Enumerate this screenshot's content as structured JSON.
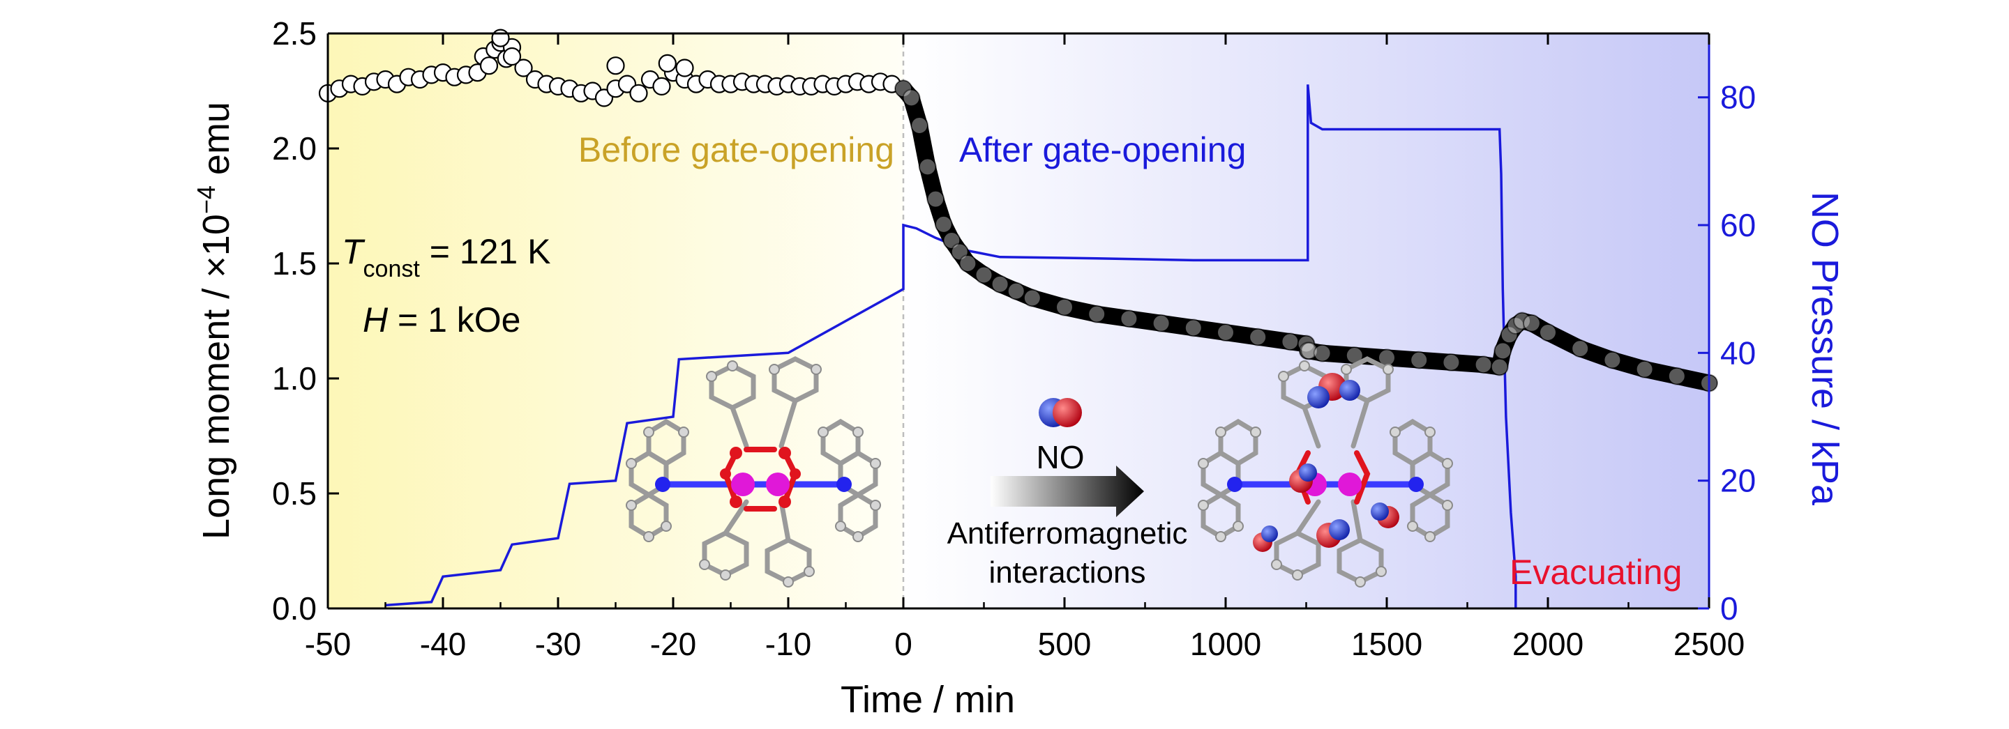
{
  "chart_data": {
    "type": "scatter",
    "xlabel": "Time / min",
    "ylabel_left": {
      "prefix": "Long moment / ",
      "mult": "×10",
      "exp": "−4",
      "suffix": " emu"
    },
    "ylabel_right": "NO Pressure / kPa",
    "x_range": [
      -50,
      2500
    ],
    "y_left_range": [
      0,
      2.5
    ],
    "y_right_range": [
      0,
      90
    ],
    "x_ticks_neg": [
      -50,
      -40,
      -30,
      -20,
      -10,
      0
    ],
    "x_ticks_pos": [
      0,
      500,
      1000,
      1500,
      2000,
      2500
    ],
    "x_tick_labels": [
      "-50",
      "-40",
      "-30",
      "-20",
      "-10",
      "0",
      "500",
      "1000",
      "1500",
      "2000",
      "2500"
    ],
    "y_left_ticks": [
      "0.0",
      "0.5",
      "1.0",
      "1.5",
      "2.0",
      "2.5"
    ],
    "y_right_ticks": [
      "0",
      "20",
      "40",
      "60",
      "80"
    ],
    "axis_break_at_x": 0,
    "annotations": {
      "before": "Before gate-opening",
      "after": "After gate-opening",
      "evacuating": "Evacuating",
      "no_label": "NO",
      "interaction_line1": "Antiferromagnetic",
      "interaction_line2": "interactions",
      "tconst_T": "T",
      "tconst_sub": "const",
      "tconst_val": " = 121 K",
      "field_H": "H",
      "field_val": " = 1 kOe"
    },
    "colors": {
      "pressure": "#1a1adb",
      "moment_before": "#ffffff",
      "moment_after": "#000000",
      "before_text": "#c9a227",
      "after_text": "#1a1adb",
      "evacuating_text": "#e8112d",
      "bg_left": "#fdf7b8",
      "bg_right": "#c6c8f7"
    },
    "series": [
      {
        "name": "Long moment",
        "axis": "left",
        "before_gate": {
          "x": [
            -50,
            -49,
            -48,
            -47,
            -46,
            -45,
            -44,
            -43,
            -42,
            -41,
            -40,
            -39,
            -38,
            -37,
            -36.5,
            -36,
            -35.5,
            -35,
            -34.5,
            -34,
            -33,
            -32,
            -31,
            -30,
            -29,
            -28,
            -27,
            -26,
            -25,
            -24,
            -23,
            -22,
            -21,
            -20,
            -19,
            -18,
            -17,
            -16,
            -15,
            -14,
            -13,
            -12,
            -11,
            -10,
            -9,
            -8,
            -7,
            -6,
            -5,
            -4,
            -3,
            -2,
            -1
          ],
          "y": [
            2.24,
            2.26,
            2.28,
            2.27,
            2.29,
            2.3,
            2.28,
            2.31,
            2.3,
            2.32,
            2.33,
            2.31,
            2.32,
            2.33,
            2.4,
            2.36,
            2.43,
            2.46,
            2.39,
            2.44,
            2.35,
            2.3,
            2.28,
            2.27,
            2.26,
            2.24,
            2.25,
            2.22,
            2.26,
            2.28,
            2.24,
            2.3,
            2.27,
            2.33,
            2.3,
            2.28,
            2.3,
            2.28,
            2.28,
            2.29,
            2.28,
            2.28,
            2.27,
            2.28,
            2.27,
            2.27,
            2.28,
            2.27,
            2.28,
            2.29,
            2.28,
            2.29,
            2.28
          ]
        },
        "outliers_before": {
          "x": [
            -35,
            -34,
            -25,
            -20.5,
            -19
          ],
          "y": [
            2.48,
            2.4,
            2.36,
            2.37,
            2.35
          ]
        },
        "after_gate": {
          "x": [
            0,
            25,
            50,
            75,
            100,
            125,
            150,
            175,
            200,
            250,
            300,
            350,
            400,
            500,
            600,
            700,
            800,
            900,
            1000,
            1100,
            1200,
            1250,
            1255,
            1260,
            1300,
            1400,
            1500,
            1600,
            1700,
            1800,
            1850,
            1860,
            1880,
            1900,
            1920,
            1950,
            2000,
            2100,
            2200,
            2300,
            2400,
            2500
          ],
          "y": [
            2.26,
            2.22,
            2.1,
            1.92,
            1.78,
            1.67,
            1.6,
            1.55,
            1.5,
            1.45,
            1.41,
            1.38,
            1.35,
            1.31,
            1.28,
            1.26,
            1.24,
            1.22,
            1.2,
            1.18,
            1.16,
            1.15,
            1.12,
            1.12,
            1.11,
            1.1,
            1.09,
            1.08,
            1.07,
            1.06,
            1.05,
            1.12,
            1.19,
            1.23,
            1.25,
            1.24,
            1.2,
            1.13,
            1.08,
            1.04,
            1.01,
            0.98
          ]
        }
      },
      {
        "name": "NO Pressure",
        "axis": "right",
        "steps": {
          "x": [
            -45,
            -41,
            -40,
            -35,
            -34,
            -30,
            -29,
            -25,
            -24,
            -20,
            -19.5,
            -10,
            0,
            0,
            40,
            100,
            200,
            300,
            600,
            900,
            1100,
            1255,
            1255,
            1265,
            1300,
            1850,
            1855,
            1860,
            1870,
            1885,
            1900,
            1900
          ],
          "y": [
            0.5,
            1,
            5,
            6,
            10,
            11,
            19.5,
            20,
            29,
            30,
            39,
            40,
            50,
            60,
            59.5,
            58,
            56,
            55,
            54.8,
            54.5,
            54.5,
            54.5,
            82,
            76,
            75,
            75,
            68,
            50,
            30,
            15,
            5,
            0
          ]
        }
      }
    ]
  }
}
